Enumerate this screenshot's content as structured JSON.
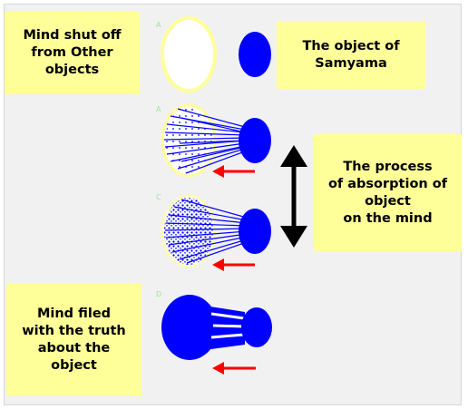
{
  "labels": {
    "mind_shut_off": "Mind shut off\nfrom Other\nobjects",
    "object_of_samyama": "The object of\nSamyama",
    "process": "The process\nof absorption of\nobject\non the mind",
    "mind_filled": "Mind filed\nwith the truth\nabout the\nobject"
  },
  "stage_tags": [
    "A",
    "A",
    "C",
    "D"
  ],
  "colors": {
    "box": "#ffff99",
    "object": "#0000ff",
    "mind_outline": "#ffff99",
    "arrow": "#ff0000",
    "panel": "#f1f1f1"
  }
}
